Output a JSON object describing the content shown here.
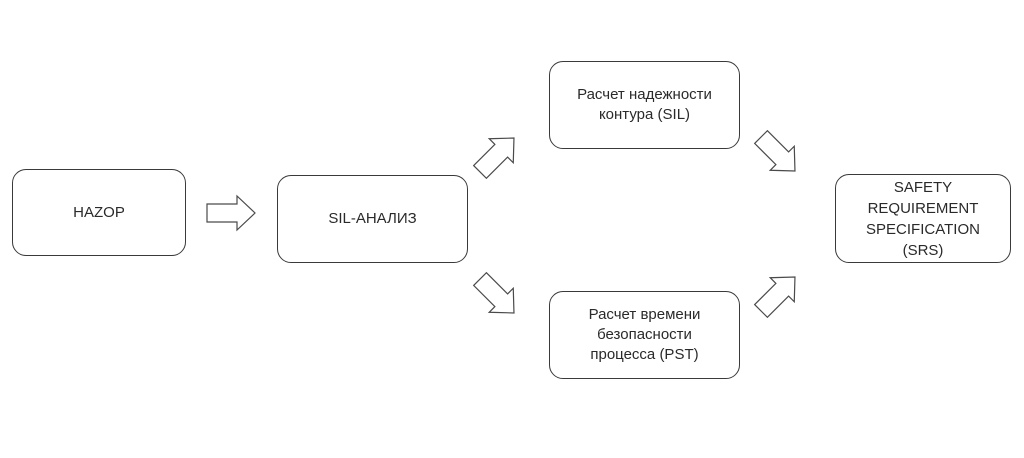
{
  "diagram": {
    "nodes": [
      {
        "id": "hazop",
        "label": "HAZOP"
      },
      {
        "id": "sil",
        "label": "SIL-АНАЛИЗ"
      },
      {
        "id": "reliability",
        "label": "Расчет надежности\nконтура (SIL)"
      },
      {
        "id": "pst",
        "label": "Расчет времени\nбезопасности\nпроцесса (PST)"
      },
      {
        "id": "srs",
        "label": "SAFETY\nREQUIREMENT\nSPECIFICATION\n(SRS)"
      }
    ],
    "edges": [
      {
        "from": "hazop",
        "to": "sil"
      },
      {
        "from": "sil",
        "to": "reliability"
      },
      {
        "from": "sil",
        "to": "pst"
      },
      {
        "from": "reliability",
        "to": "srs"
      },
      {
        "from": "pst",
        "to": "srs"
      }
    ],
    "colors": {
      "border": "#3a3a3a",
      "text": "#2a2a2a",
      "background": "#ffffff"
    }
  }
}
